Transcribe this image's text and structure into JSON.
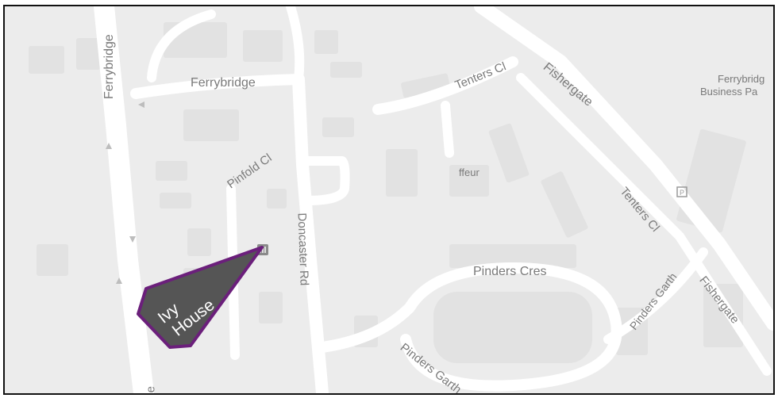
{
  "map": {
    "labels": {
      "ferrybridge_road_vertical": "Ferrybridge",
      "ferrybridge_road": "Ferrybridge",
      "tenters_cl_top": "Tenters Cl",
      "fishergate_top": "Fishergate",
      "ferrybridge_business_line1": "Ferrybridg",
      "ferrybridge_business_line2": "Business Pa",
      "pinfold_cl": "Pinfold Cl",
      "chauffeur_partial": "ffeur",
      "doncaster_rd": "Doncaster Rd",
      "tenters_cl_right": "Tenters Cl",
      "pinders_garth_right": "Pinders Garth",
      "fishergate_right": "Fishergate",
      "pinders_cres": "Pinders Cres",
      "pinders_garth_bottom": "Pinders Garth",
      "fe_bottom": "Fe"
    },
    "callout": {
      "line1": "Ivy",
      "line2": "House",
      "fill_color": "#555555",
      "border_color": "#6b1f7b"
    },
    "marker_icon": "museum-pin-icon"
  }
}
